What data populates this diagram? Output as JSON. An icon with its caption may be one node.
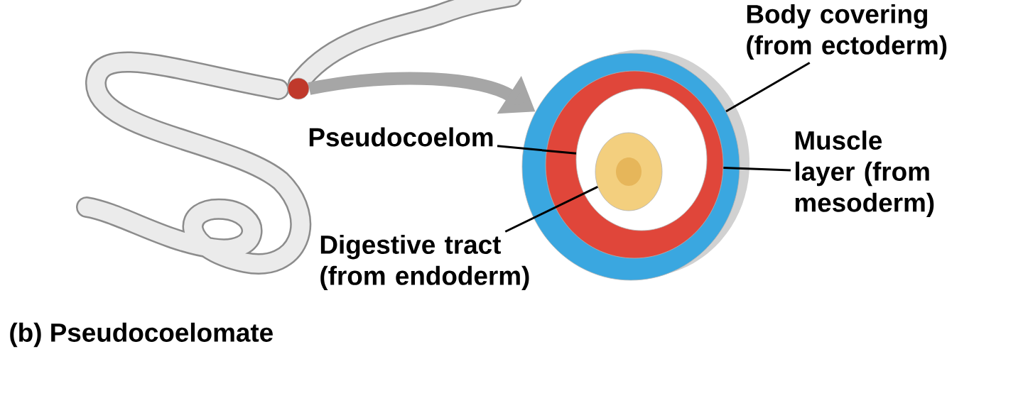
{
  "diagram": {
    "nodes": [
      {
        "text": [],
        "shape": "circle"
      },
      {
        "text": [
          "Body covering (from ectoderm)"
        ]
      },
      {
        "text": [],
        "shape": "circle"
      },
      {
        "text": [
          "Pseudocoelom"
        ]
      },
      {
        "text": [],
        "shape": "circle",
        "in": 6
      },
      {
        "text": [
          "Muscle layer (from mesoderm)"
        ]
      },
      {
        "text": [],
        "shape": "circle",
        "in": 2
      },
      {
        "text": [
          "Digestive tract (from endoderm)"
        ]
      },
      {
        "text": [],
        "shape": "circle",
        "in": 4
      }
    ],
    "edges": [
      {
        "from": 0,
        "to": 2,
        "arrow": "to",
        "style": "thick",
        "color": "#a6a6a6"
      },
      {
        "from": 1,
        "to": 2,
        "arrow": "none"
      },
      {
        "from": 3,
        "to": 4,
        "arrow": "none"
      },
      {
        "from": 5,
        "to": 6,
        "arrow": "none"
      },
      {
        "from": 7,
        "to": 8,
        "arrow": "none"
      }
    ],
    "labels": [
      "(b) Pseudocoelomate"
    ]
  }
}
